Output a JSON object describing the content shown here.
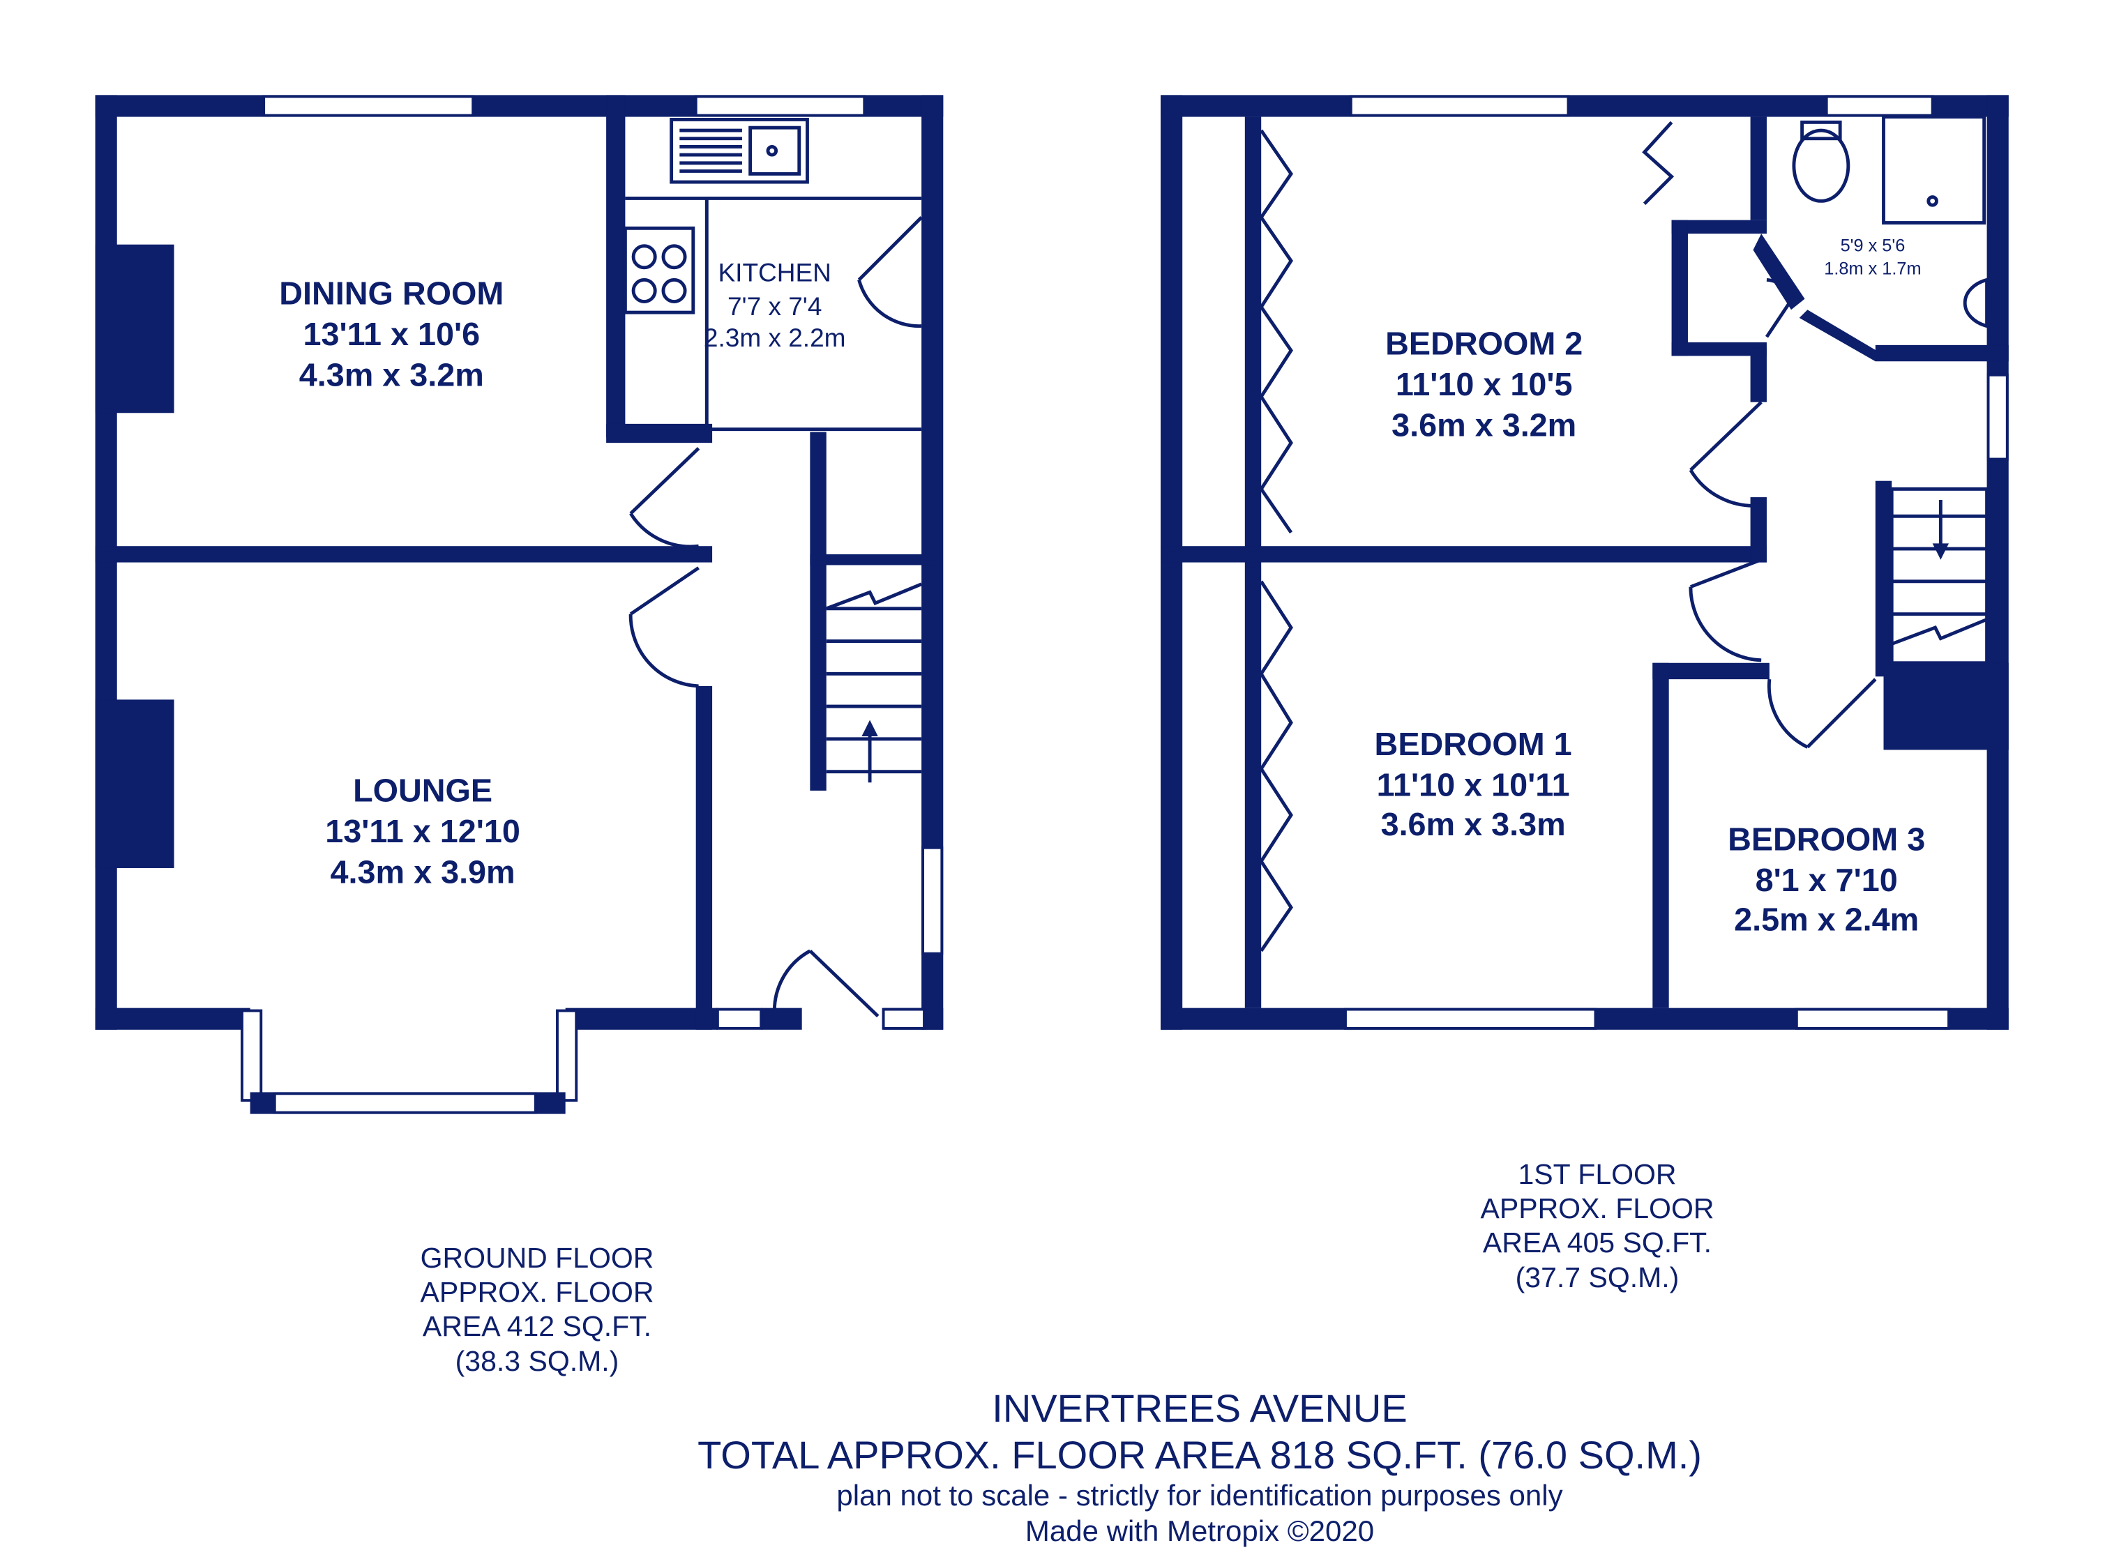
{
  "ground_floor": {
    "rooms": {
      "dining": {
        "name": "DINING ROOM",
        "imperial": "13'11 x 10'6",
        "metric": "4.3m x 3.2m"
      },
      "lounge": {
        "name": "LOUNGE",
        "imperial": "13'11 x 12'10",
        "metric": "4.3m x 3.9m"
      },
      "kitchen": {
        "name": "KITCHEN",
        "imperial": "7'7 x 7'4",
        "metric": "2.3m x 2.2m"
      }
    },
    "caption": [
      "GROUND FLOOR",
      "APPROX. FLOOR",
      "AREA 412 SQ.FT.",
      "(38.3 SQ.M.)"
    ]
  },
  "first_floor": {
    "rooms": {
      "bedroom2": {
        "name": "BEDROOM 2",
        "imperial": "11'10 x 10'5",
        "metric": "3.6m x 3.2m"
      },
      "bedroom1": {
        "name": "BEDROOM 1",
        "imperial": "11'10 x 10'11",
        "metric": "3.6m x 3.3m"
      },
      "bedroom3": {
        "name": "BEDROOM 3",
        "imperial": "8'1 x 7'10",
        "metric": "2.5m x 2.4m"
      },
      "bathroom": {
        "imperial": "5'9 x 5'6",
        "metric": "1.8m x 1.7m"
      }
    },
    "caption": [
      "1ST FLOOR",
      "APPROX. FLOOR",
      "AREA 405 SQ.FT.",
      "(37.7 SQ.M.)"
    ]
  },
  "footer": {
    "title": "INVERTREES AVENUE",
    "total": "TOTAL APPROX. FLOOR AREA 818 SQ.FT. (76.0 SQ.M.)",
    "disclaimer": "plan not to scale - strictly for identification purposes only",
    "credit": "Made with Metropix ©2020"
  },
  "colors": {
    "wall": "#0d1f6b",
    "background": "#ffffff"
  }
}
